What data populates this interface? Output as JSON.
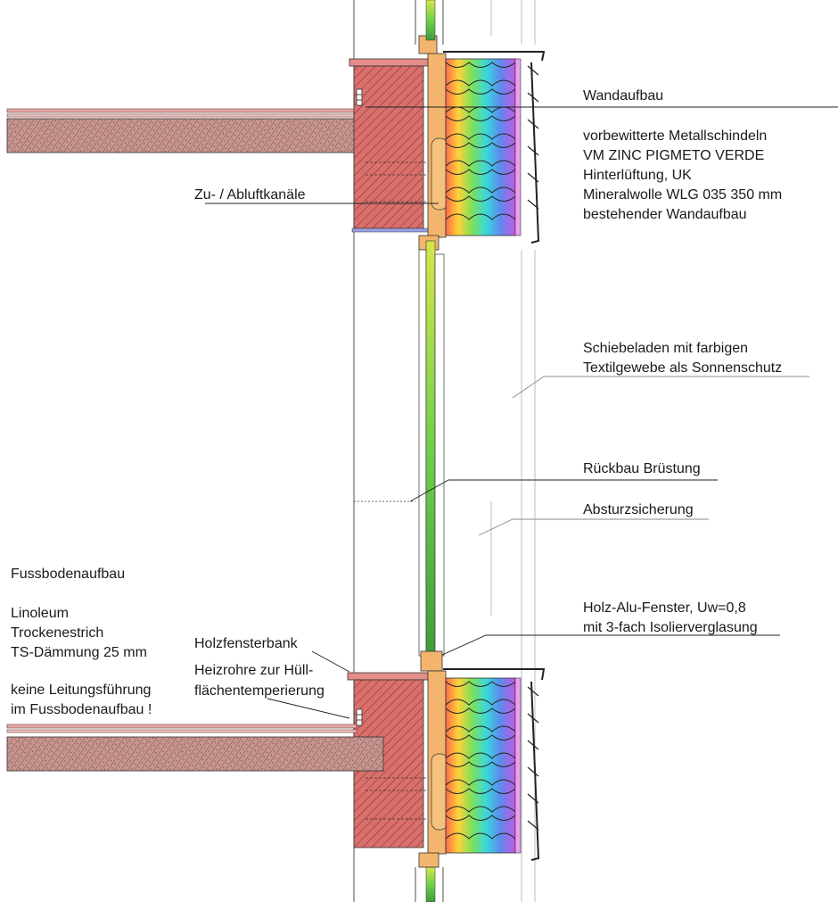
{
  "labels": {
    "wandaufbau": {
      "title": "Wandaufbau",
      "lines": [
        "vorbewitterte Metallschindeln",
        "VM ZINC PIGMETO VERDE",
        "Hinterlüftung, UK",
        "Mineralwolle WLG 035 350 mm",
        "bestehender Wandaufbau"
      ]
    },
    "zu_abluft": "Zu- / Abluftkanäle",
    "schiebeladen": [
      "Schiebeladen mit farbigen",
      "Textilgewebe als Sonnenschutz"
    ],
    "rueckbau": "Rückbau Brüstung",
    "absturz": "Absturzsicherung",
    "fenster": [
      "Holz-Alu-Fenster, Uw=0,8",
      "mit 3-fach Isolierverglasung"
    ],
    "holzfensterbank": "Holzfensterbank",
    "heizrohre": [
      "Heizrohre zur Hüll-",
      "flächentemperierung"
    ],
    "fussboden": {
      "title": "Fussbodenaufbau",
      "lines": [
        "Linoleum",
        "Trockenestrich",
        "TS-Dämmung 25 mm"
      ],
      "note": [
        "keine Leitungsführung",
        "im Fussbodenaufbau !"
      ]
    }
  },
  "colors": {
    "slab_fill": "#c79a96",
    "beam_fill": "#d96a6a",
    "insulation_gradient": [
      "#ff5a4a",
      "#ffd23a",
      "#6fe05a",
      "#3ad0e6",
      "#6a6cf0",
      "#c85ae0"
    ],
    "glass_gradient": [
      "#d8e84a",
      "#6fd04a",
      "#3a9a3a"
    ],
    "wood": "#f2b56e",
    "cladding": "#333333"
  }
}
